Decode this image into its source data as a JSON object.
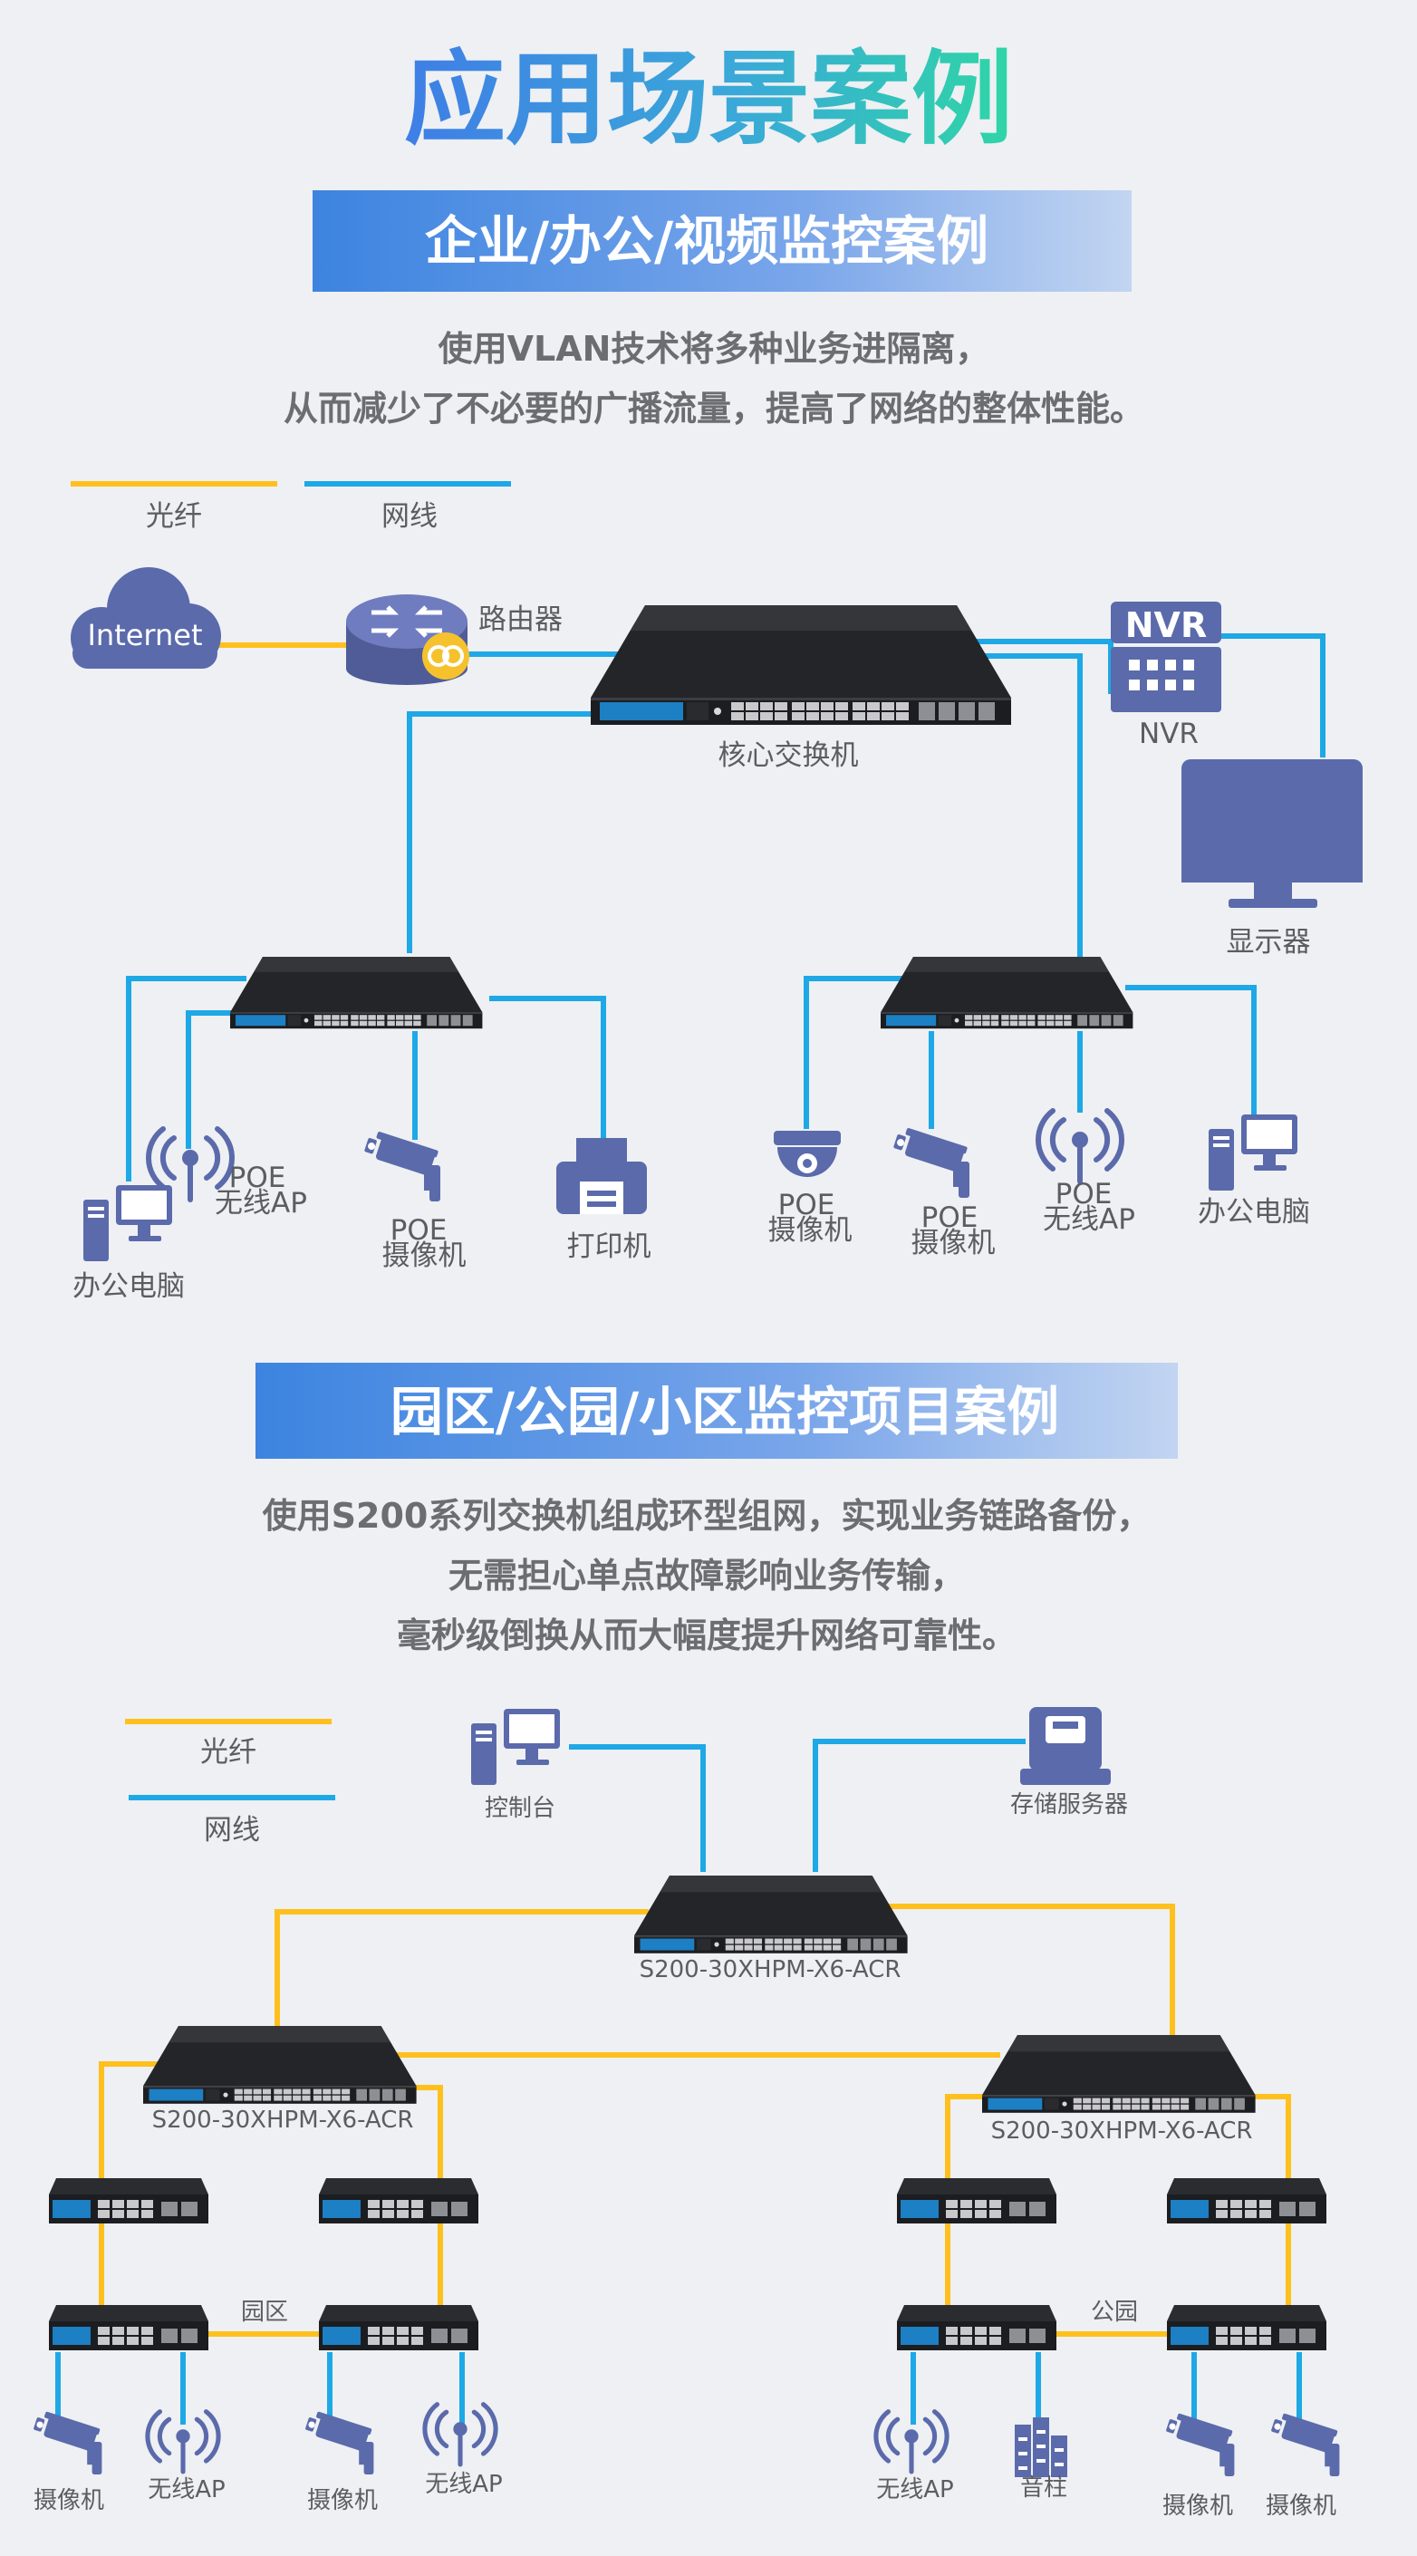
{
  "page_title": "应用场景案例",
  "section1": {
    "banner": "企业/办公/视频监控案例",
    "desc_line1": "使用VLAN技术将多种业务进隔离，",
    "desc_line2": "从而减少了不必要的广播流量，提高了网络的整体性能。",
    "legend_fiber": "光纤",
    "legend_cable": "网线",
    "internet": "Internet",
    "router": "路由器",
    "core_switch": "核心交换机",
    "nvr_label": "NVR",
    "nvr_badge": "NVR",
    "monitor": "显示器",
    "left_pc": "办公电脑",
    "left_ap_1": "POE",
    "left_ap_2": "无线AP",
    "left_cam_1": "POE",
    "left_cam_2": "摄像机",
    "printer": "打印机",
    "dome_1": "POE",
    "dome_2": "摄像机",
    "right_cam_1": "POE",
    "right_cam_2": "摄像机",
    "right_ap_1": "POE",
    "right_ap_2": "无线AP",
    "right_pc": "办公电脑"
  },
  "section2": {
    "banner": "园区/公园/小区监控项目案例",
    "desc_line1": "使用S200系列交换机组成环型组网，实现业务链路备份，",
    "desc_line2": "无需担心单点故障影响业务传输，",
    "desc_line3": "毫秒级倒换从而大幅度提升网络可靠性。",
    "legend_fiber": "光纤",
    "legend_cable": "网线",
    "console": "控制台",
    "storage": "存储服务器",
    "top_switch": "S200-30XHPM-X6-ACR",
    "left_switch": "S200-30XHPM-X6-ACR",
    "right_switch": "S200-30XHPM-X6-ACR",
    "campus": "园区",
    "park": "公园",
    "bottom_labels": [
      "摄像机",
      "无线AP",
      "摄像机",
      "无线AP",
      "无线AP",
      "音柱",
      "摄像机",
      "摄像机"
    ]
  },
  "colors": {
    "fiber": "#ffc01e",
    "cable": "#1ea8e6",
    "icon": "#5b6aab",
    "banner_start": "#3c84e0",
    "banner_end": "#bed2f0",
    "title_start": "#3f7ee6",
    "title_end": "#2fd6a6"
  }
}
